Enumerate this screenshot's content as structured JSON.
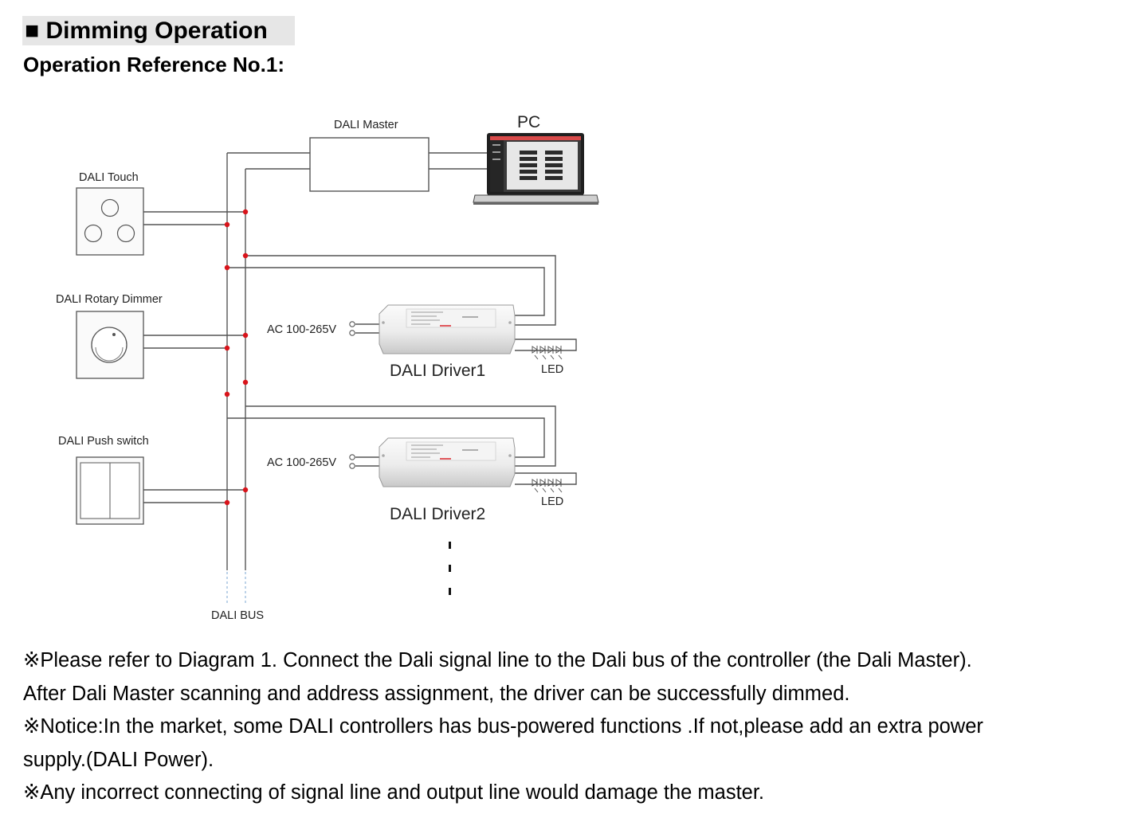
{
  "header": {
    "title_mark": "■",
    "title": "Dimming Operation",
    "subtitle": "Operation Reference No.1:"
  },
  "diagram": {
    "master_label": "DALI Master",
    "pc_label": "PC",
    "touch_label": "DALI Touch",
    "rotary_label": "DALI Rotary Dimmer",
    "push_label": "DALI Push switch",
    "ac_label_1": "AC 100-265V",
    "ac_label_2": "AC 100-265V",
    "driver1_label": "DALI Driver1",
    "driver2_label": "DALI Driver2",
    "led_label_1": "LED",
    "led_label_2": "LED",
    "bus_label": "DALI BUS",
    "colors": {
      "line": "#555555",
      "junction": "#d9141b",
      "bus_dash": "#8fb3d9"
    },
    "icons": [
      "laptop-icon",
      "touch-panel-icon",
      "rotary-dimmer-icon",
      "push-switch-icon",
      "led-driver-icon",
      "led-icon"
    ]
  },
  "notes": [
    "※Please refer to Diagram 1. Connect the Dali signal line to the Dali bus of the controller (the Dali Master).",
    "After Dali Master scanning and address assignment, the driver can be successfully dimmed.",
    "※Notice:In the market, some DALI controllers has bus-powered functions .If not,please add an extra power",
    "supply.(DALI Power).",
    "※Any incorrect connecting of signal line and output line would damage the master."
  ]
}
